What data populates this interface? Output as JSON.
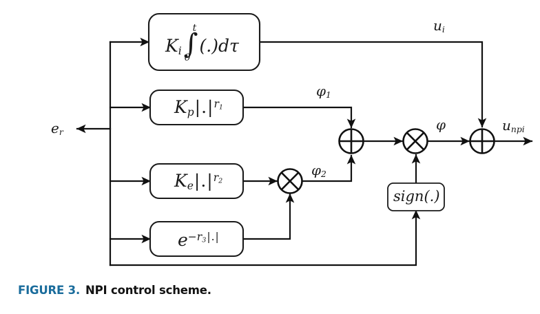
{
  "figure": {
    "caption_label": "FIGURE 3.",
    "caption_text": "NPI control scheme.",
    "caption_label_color": "#1a6c9c",
    "caption_text_color": "#121212"
  },
  "diagram": {
    "title": "NPI control scheme",
    "type": "block-diagram",
    "line_color": "#111111",
    "block_fill": "#ffffff",
    "input_signal": {
      "name": "e_r",
      "base": "e",
      "sub": "r"
    },
    "output_signal": {
      "name": "u_npi",
      "base": "u",
      "sub": "npi"
    },
    "blocks": [
      {
        "id": "integral",
        "label": "K_i ∫_0^t (.)dτ",
        "base": "K",
        "sub": "i",
        "integrand": "(.)dτ",
        "limit_lower": "0",
        "limit_upper": "t"
      },
      {
        "id": "proportional",
        "label": "K_p |.|^{r_1}",
        "base": "K",
        "sub": "p",
        "exp_base": "r",
        "exp_sub": "1"
      },
      {
        "id": "exponent-gain",
        "label": "K_e |.|^{r_2}",
        "base": "K",
        "sub": "e",
        "exp_base": "r",
        "exp_sub": "2"
      },
      {
        "id": "exponential",
        "label": "e^{-r_3 |.|}",
        "base": "e",
        "exp_base": "r",
        "exp_sub": "3"
      },
      {
        "id": "sign",
        "label": "sign(.)"
      }
    ],
    "junctions": [
      {
        "id": "mult-lower",
        "symbol": "⊗",
        "kind": "multiply"
      },
      {
        "id": "sum-phi",
        "symbol": "⊕",
        "kind": "sum"
      },
      {
        "id": "mult-sign",
        "symbol": "⊗",
        "kind": "multiply"
      },
      {
        "id": "sum-output",
        "symbol": "⊕",
        "kind": "sum"
      }
    ],
    "signal_labels": [
      {
        "id": "u-i",
        "base": "u",
        "sub": "i"
      },
      {
        "id": "phi-1",
        "base": "φ",
        "sub": "1"
      },
      {
        "id": "phi-2",
        "base": "φ",
        "sub": "2"
      },
      {
        "id": "phi",
        "base": "φ",
        "sub": ""
      }
    ]
  }
}
